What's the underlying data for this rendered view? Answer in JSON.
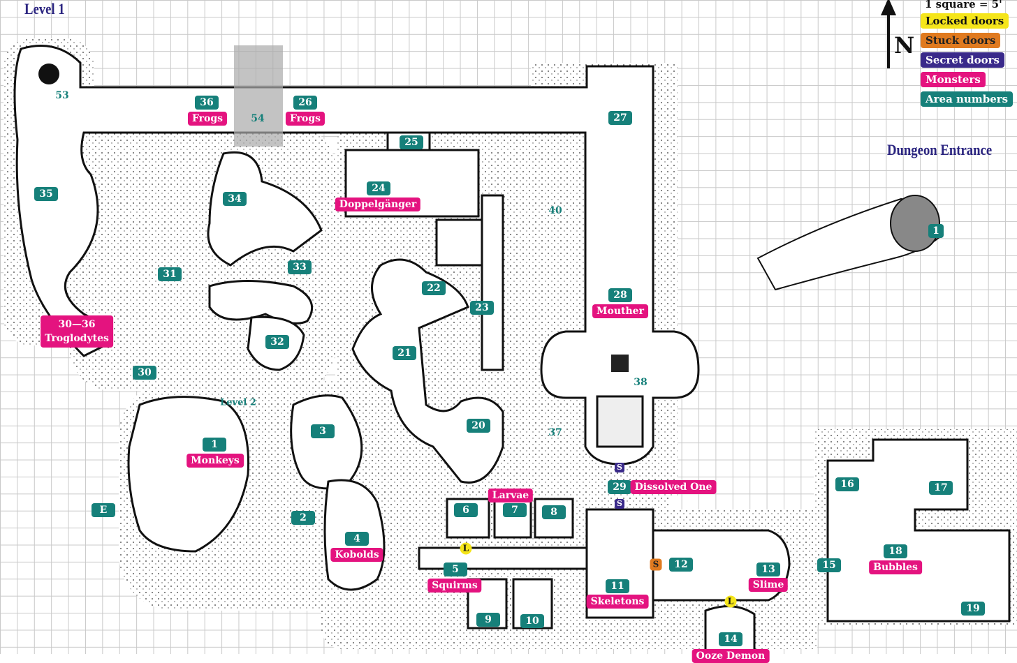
{
  "titles": {
    "level": "Level 1",
    "entrance": "Dungeon Entrance",
    "level2_link": "Level 2"
  },
  "legend": {
    "scale": "1 square = 5'",
    "north": "N",
    "locked": "Locked doors",
    "stuck": "Stuck doors",
    "secret": "Secret doors",
    "monsters": "Monsters",
    "areas": "Area numbers",
    "colors": {
      "locked": "#f5e51a",
      "stuck": "#e07a1f",
      "secret": "#3a2a8a",
      "monsters": "#e4137f",
      "areas": "#16807a"
    }
  },
  "areas": [
    "53",
    "36",
    "54",
    "26",
    "25",
    "27",
    "24",
    "40",
    "34",
    "35",
    "31",
    "33",
    "22",
    "23",
    "28",
    "21",
    "32",
    "30",
    "38",
    "1",
    "3",
    "20",
    "37",
    "29",
    "6",
    "7",
    "8",
    "E",
    "2",
    "4",
    "5",
    "12",
    "13",
    "15",
    "11",
    "9",
    "10",
    "14",
    "16",
    "17",
    "18",
    "19",
    "1"
  ],
  "monsters": [
    "Frogs",
    "Frogs",
    "Doppelgänger",
    "30—36",
    "Troglodytes",
    "Mouther",
    "Monkeys",
    "Dissolved One",
    "Larvae",
    "Kobolds",
    "Squirms",
    "Skeletons",
    "Slime",
    "Bubbles",
    "Ooze Demon"
  ],
  "doors": {
    "locked": "L",
    "stuck": "S",
    "secret": "S"
  }
}
